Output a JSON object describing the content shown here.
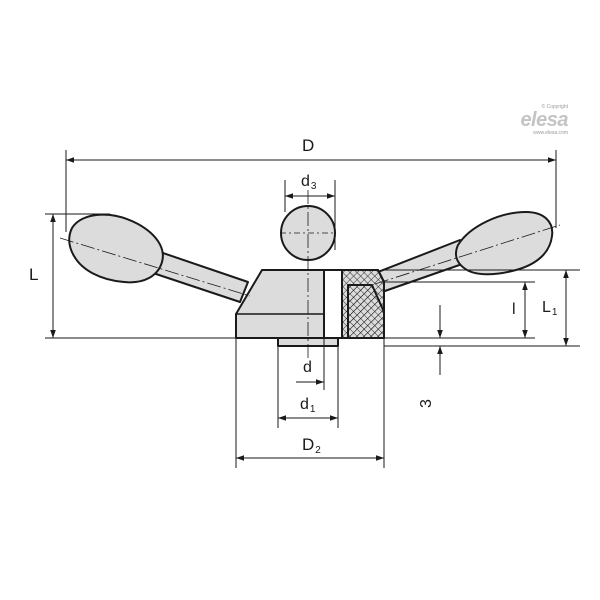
{
  "labels": {
    "D": "D",
    "d3_main": "d",
    "d3_sub": "3",
    "L": "L",
    "l": "l",
    "L1_main": "L",
    "L1_sub": "1",
    "d": "d",
    "d1_main": "d",
    "d1_sub": "1",
    "three": "3",
    "D2_main": "D",
    "D2_sub": "2"
  },
  "brand": {
    "copyright": "© Copyright",
    "logo": "elesa",
    "url": "www.elesa.com"
  },
  "colors": {
    "line": "#1a1a1a",
    "fill_grey": "#dcdcdc",
    "hatch": "#1a1a1a"
  }
}
